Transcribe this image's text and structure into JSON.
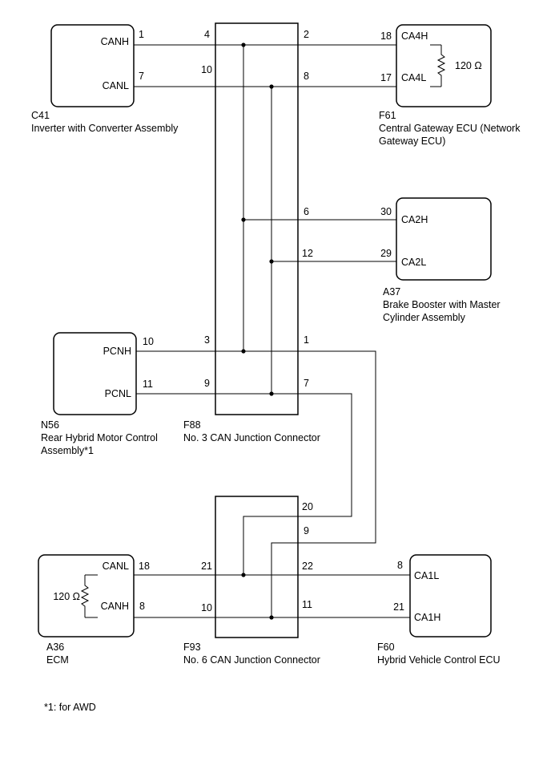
{
  "components": {
    "c41": {
      "code": "C41",
      "name": "Inverter with Converter Assembly",
      "pins": {
        "canh": "CANH",
        "canl": "CANL"
      },
      "pin_numbers": {
        "canh": "1",
        "canl": "7"
      }
    },
    "f61": {
      "code": "F61",
      "name_line1": "Central Gateway ECU (Network",
      "name_line2": "Gateway ECU)",
      "pins": {
        "ca4h": "CA4H",
        "ca4l": "CA4L"
      },
      "pin_numbers": {
        "ca4h": "18",
        "ca4l": "17"
      },
      "resistor": "120 Ω"
    },
    "a37": {
      "code": "A37",
      "name_line1": "Brake Booster with Master",
      "name_line2": "Cylinder Assembly",
      "pins": {
        "ca2h": "CA2H",
        "ca2l": "CA2L"
      },
      "pin_numbers": {
        "ca2h": "30",
        "ca2l": "29"
      }
    },
    "n56": {
      "code": "N56",
      "name_line1": "Rear Hybrid Motor Control",
      "name_line2": "Assembly*1",
      "pins": {
        "pcnh": "PCNH",
        "pcnl": "PCNL"
      },
      "pin_numbers": {
        "pcnh": "10",
        "pcnl": "11"
      }
    },
    "f88": {
      "code": "F88",
      "name": "No. 3 CAN Junction Connector",
      "pin_numbers": {
        "p4": "4",
        "p10": "10",
        "p2": "2",
        "p8": "8",
        "p6": "6",
        "p12": "12",
        "p3": "3",
        "p9": "9",
        "p1": "1",
        "p7": "7"
      }
    },
    "a36": {
      "code": "A36",
      "name": "ECM",
      "pins": {
        "canl": "CANL",
        "canh": "CANH"
      },
      "pin_numbers": {
        "canl": "18",
        "canh": "8"
      },
      "resistor": "120 Ω"
    },
    "f93": {
      "code": "F93",
      "name": "No. 6 CAN Junction Connector",
      "pin_numbers": {
        "p20": "20",
        "p9": "9",
        "p21": "21",
        "p22": "22",
        "p10": "10",
        "p11": "11"
      }
    },
    "f60": {
      "code": "F60",
      "name": "Hybrid Vehicle Control ECU",
      "pins": {
        "ca1l": "CA1L",
        "ca1h": "CA1H"
      },
      "pin_numbers": {
        "ca1l": "8",
        "ca1h": "21"
      }
    }
  },
  "footnote": "*1: for AWD"
}
